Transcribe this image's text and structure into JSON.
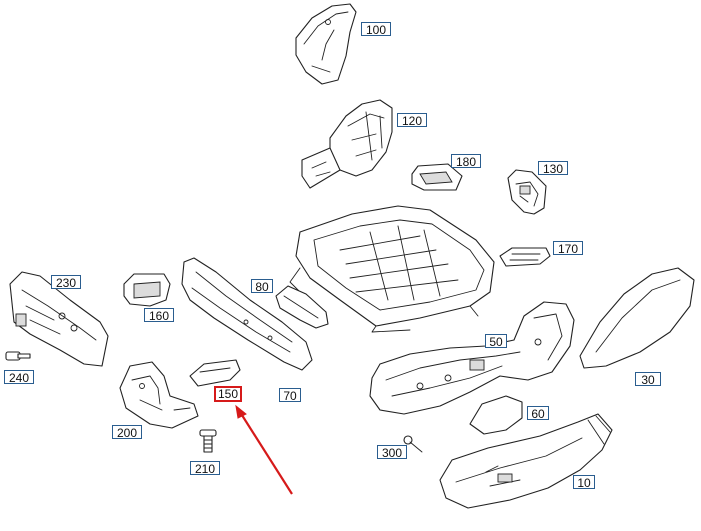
{
  "diagram": {
    "parts": [
      {
        "id": "p100",
        "label": "100"
      },
      {
        "id": "p120",
        "label": "120"
      },
      {
        "id": "p180",
        "label": "180"
      },
      {
        "id": "p130",
        "label": "130"
      },
      {
        "id": "p170",
        "label": "170"
      },
      {
        "id": "p230",
        "label": "230"
      },
      {
        "id": "p160",
        "label": "160"
      },
      {
        "id": "p80",
        "label": "80"
      },
      {
        "id": "p240",
        "label": "240"
      },
      {
        "id": "p50",
        "label": "50"
      },
      {
        "id": "p30",
        "label": "30"
      },
      {
        "id": "p150",
        "label": "150",
        "highlighted": true
      },
      {
        "id": "p70",
        "label": "70"
      },
      {
        "id": "p200",
        "label": "200"
      },
      {
        "id": "p60",
        "label": "60"
      },
      {
        "id": "p300",
        "label": "300"
      },
      {
        "id": "p210",
        "label": "210"
      },
      {
        "id": "p10",
        "label": "10"
      }
    ],
    "colors": {
      "line": "#222222",
      "label_border": "#2a5d8f",
      "highlight": "#d61a1a"
    },
    "arrow": {
      "points_to": "150",
      "icon": "red-arrow-icon"
    }
  }
}
